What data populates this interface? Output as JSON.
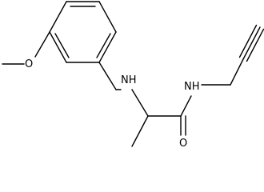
{
  "structure": {
    "atom_labels": [
      {
        "id": "methoxy-oxygen",
        "text": "O"
      },
      {
        "id": "amine-nh",
        "text": "NH"
      },
      {
        "id": "amide-nh",
        "text": "NH"
      },
      {
        "id": "carbonyl-oxygen",
        "text": "O"
      }
    ],
    "bond_color": "#000000",
    "label_color": "#000000"
  }
}
